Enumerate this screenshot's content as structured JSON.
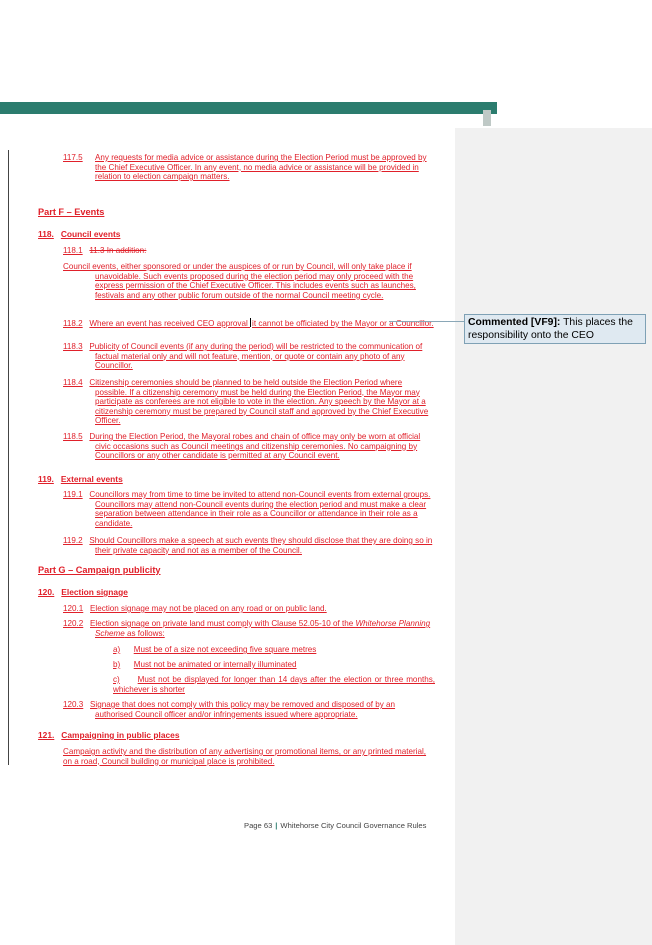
{
  "p117_5": {
    "num": "117.5",
    "text": "Any requests for media advice or assistance during the Election Period must be approved by the Chief Executive Officer. In any event, no media advice or assistance will be provided in relation to election campaign matters."
  },
  "partF": "Part F – Events",
  "h118": {
    "num": "118.",
    "text": "Council events"
  },
  "p118_1": {
    "num": "118.1",
    "struck": "11.3 In addition:"
  },
  "p118_1b": "Council events, either sponsored or under the auspices of or run by Council, will only take place if unavoidable. Such events proposed during the election period may only proceed with the express permission of the Chief Executive Officer. This includes events such as launches, festivals and any other public forum outside of the normal Council meeting cycle.",
  "p118_2": {
    "num": "118.2",
    "text_a": "Where an event has received CEO approval ",
    "text_b": "it cannot be officiated by the Mayor or a Councillor."
  },
  "p118_3": {
    "num": "118.3",
    "text": "Publicity of Council events (if any during the period) will be restricted to the communication of factual material only and will not feature, mention, or quote or contain any photo of any Councillor."
  },
  "p118_4": {
    "num": "118.4",
    "text": "Citizenship ceremonies should be planned to be held outside the Election Period where possible. If a citizenship ceremony must be held during the Election Period, the Mayor may participate as conferees are not eligible to vote in the election. Any speech by the Mayor at a citizenship ceremony must be prepared by Council staff and approved by the Chief Executive Officer."
  },
  "p118_5": {
    "num": "118.5",
    "text": "During the Election Period, the Mayoral robes and chain of office may only be worn at official civic occasions such as Council meetings and citizenship ceremonies. No campaigning by Councillors or any other candidate is permitted at any Council event."
  },
  "h119": {
    "num": "119.",
    "text": "External events"
  },
  "p119_1": {
    "num": "119.1",
    "text": "Councillors may from time to time be invited to attend non-Council events from external groups. Councillors may attend non-Council events during the election period and must make a clear separation between attendance in their role as a Councillor or attendance in their role as a candidate."
  },
  "p119_2": {
    "num": "119.2",
    "text": "Should Councillors make a speech at such events they should disclose that they are doing so in their private capacity and not as a member of the Council."
  },
  "partG": "Part G – Campaign publicity",
  "h120": {
    "num": "120.",
    "text": "Election signage"
  },
  "p120_1": {
    "num": "120.1",
    "text": "Election signage may not be placed on any road or on public land."
  },
  "p120_2": {
    "num": "120.2",
    "text_a": "Election signage on private land must comply with Clause 52.05-10 of the ",
    "text_italic": "Whitehorse Planning Scheme",
    "text_b": " as follows:"
  },
  "p120_2a": {
    "num": "a)",
    "text": "Must be of a size not exceeding five square metres"
  },
  "p120_2b": {
    "num": "b)",
    "text": "Must not be animated or internally illuminated"
  },
  "p120_2c": {
    "num": "c)",
    "text": "Must not be displayed for longer than 14 days after the election or three months, whichever is shorter"
  },
  "p120_3": {
    "num": "120.3",
    "text": "Signage that does not comply with this policy may be removed and disposed of by an authorised Council officer and/or infringements issued where appropriate."
  },
  "h121": {
    "num": "121.",
    "text": "Campaigning in public places"
  },
  "p121": "Campaign activity and the distribution of any advertising or promotional items, or any printed material, on a road, Council building or municipal place is prohibited.",
  "comment": {
    "label": "Commented [VF9]:",
    "text": " This places the responsibility onto the CEO"
  },
  "footer": {
    "page": "Page 63",
    "title": "Whitehorse City Council Governance Rules"
  }
}
